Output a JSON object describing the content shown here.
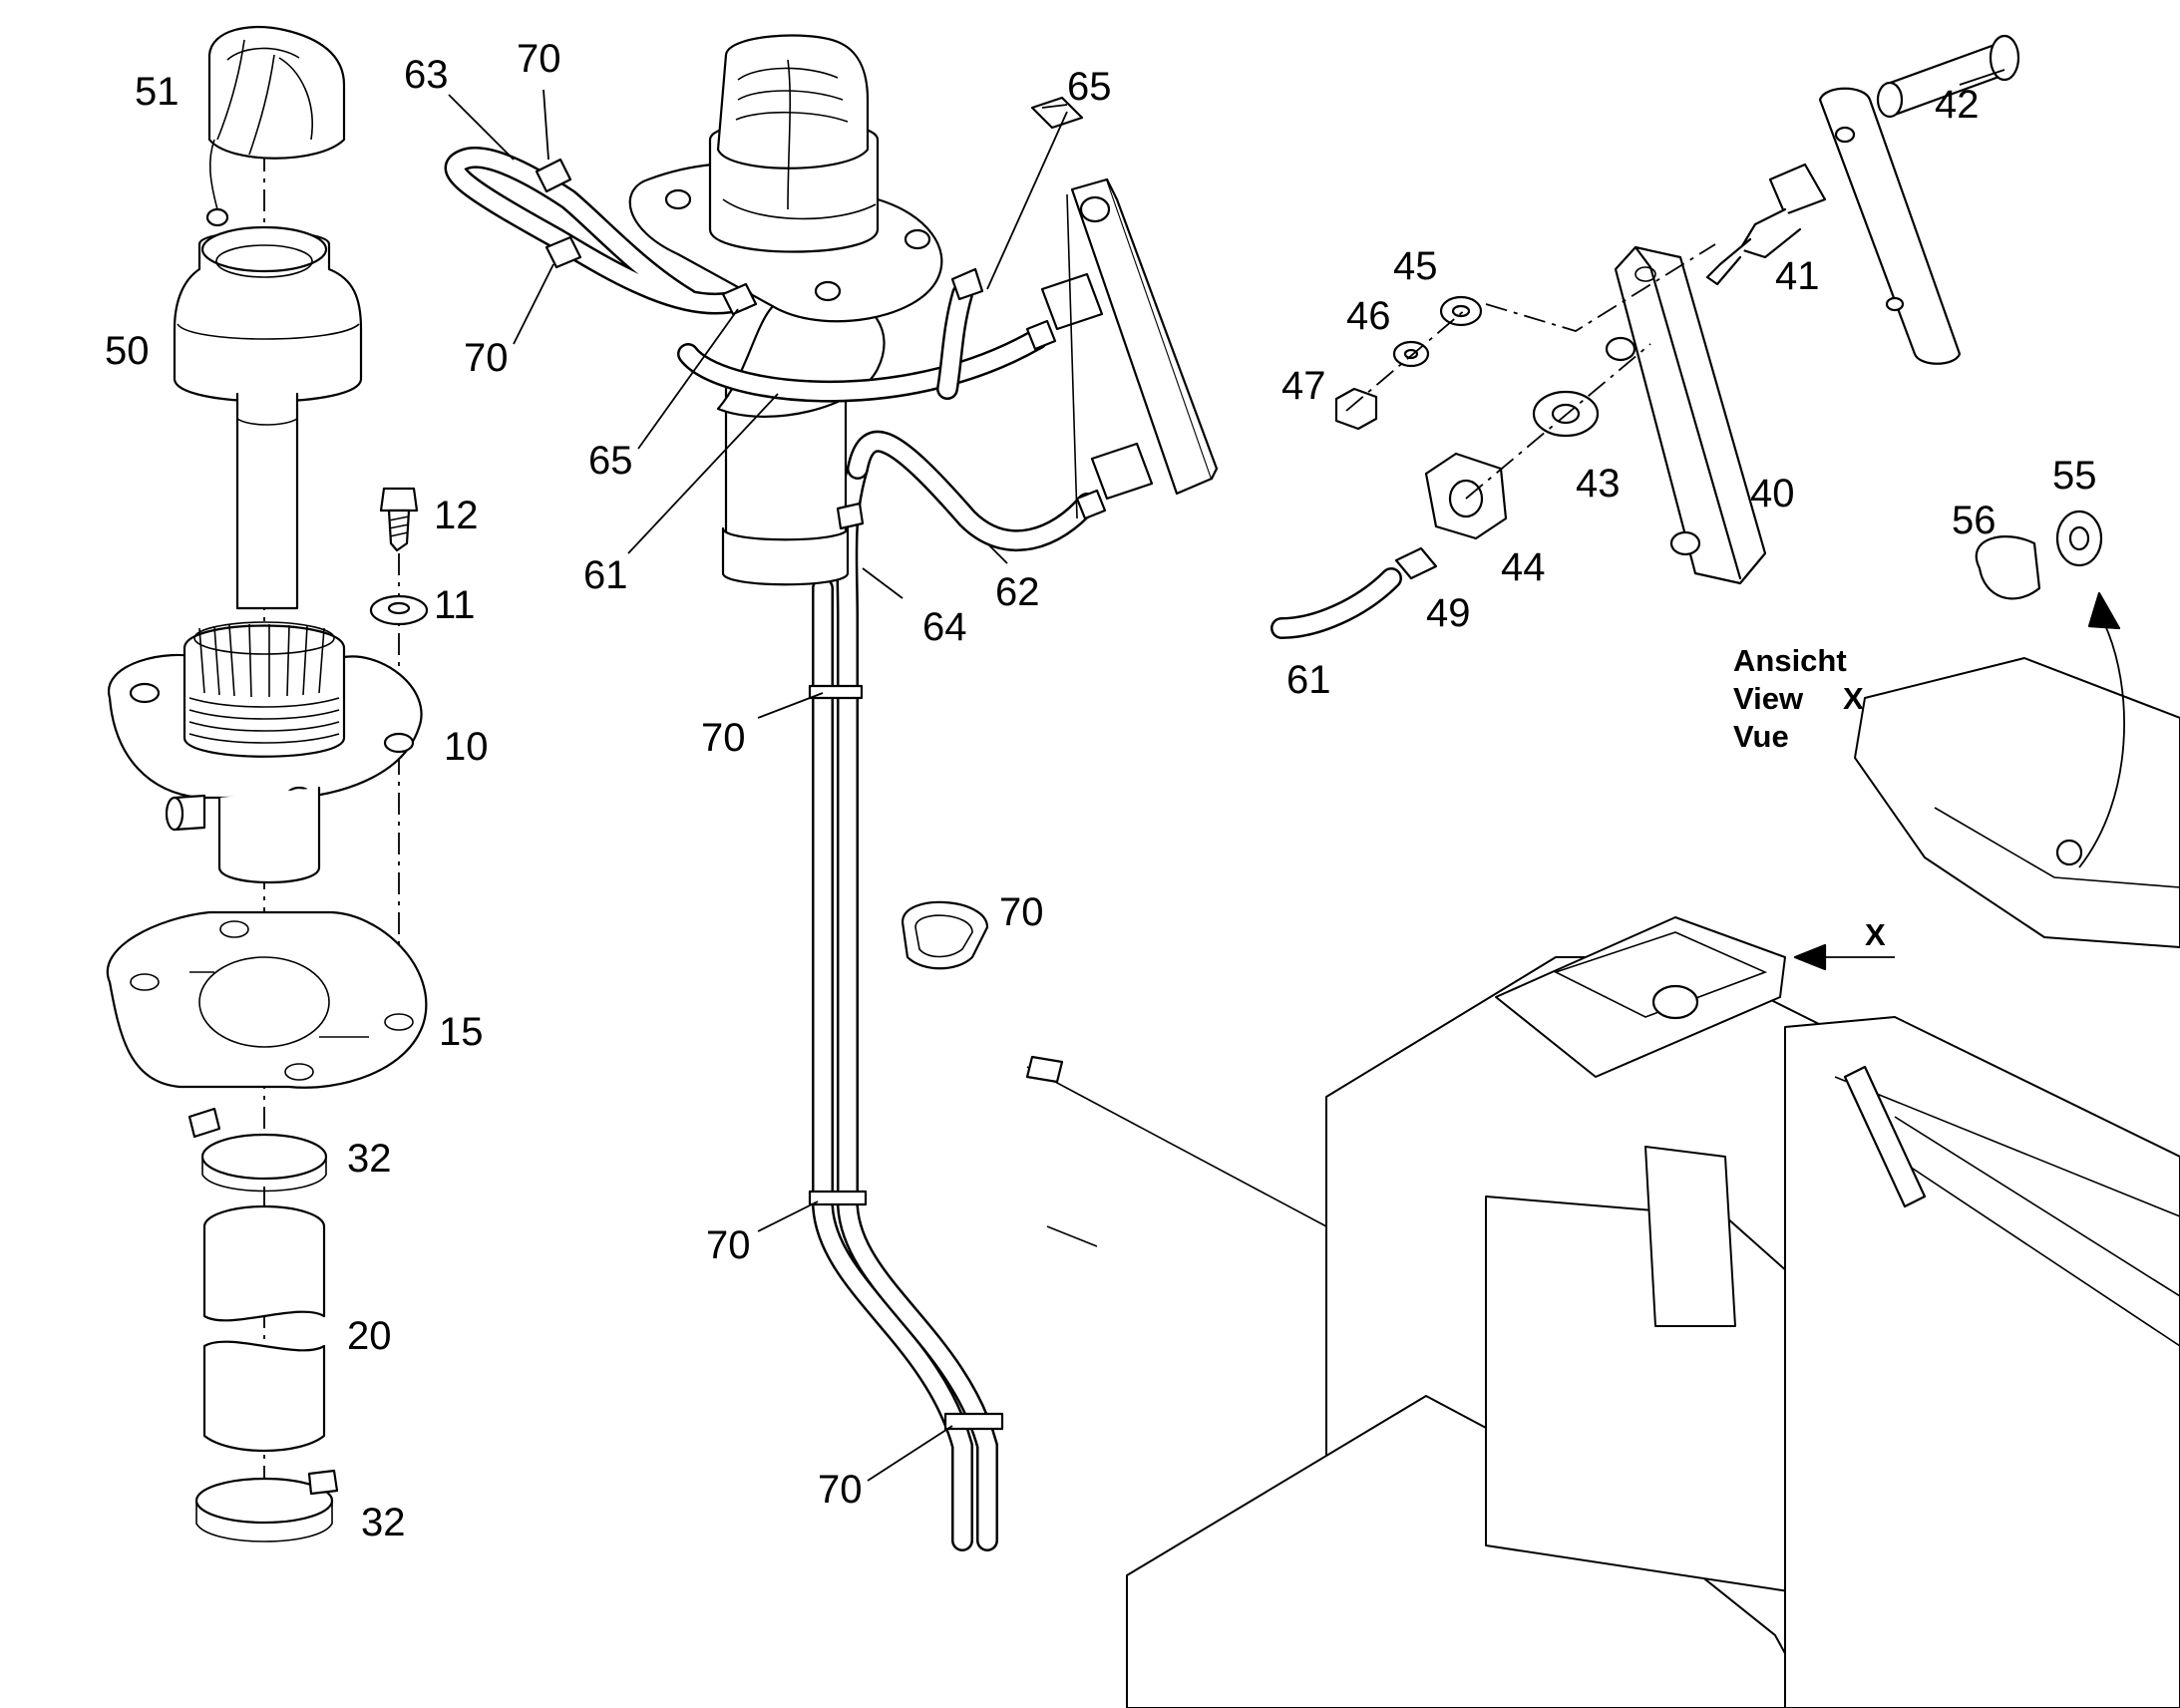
{
  "callouts": {
    "p51": "51",
    "p50": "50",
    "p63": "63",
    "p70a": "70",
    "p70b": "70",
    "p65a": "65",
    "p65b": "65",
    "p61a": "61",
    "p61b": "61",
    "p62": "62",
    "p64": "64",
    "p70c": "70",
    "p70d": "70",
    "p70e": "70",
    "p70f": "70",
    "p12": "12",
    "p11": "11",
    "p10": "10",
    "p15": "15",
    "p32a": "32",
    "p20": "20",
    "p32b": "32",
    "p42": "42",
    "p41": "41",
    "p45": "45",
    "p46": "46",
    "p47": "47",
    "p43": "43",
    "p40": "40",
    "p44": "44",
    "p49": "49",
    "p55": "55",
    "p56": "56"
  },
  "view_label": {
    "line1": "Ansicht",
    "line2": "View",
    "line3": "Vue",
    "marker": "X"
  },
  "arrow_marker": "X"
}
